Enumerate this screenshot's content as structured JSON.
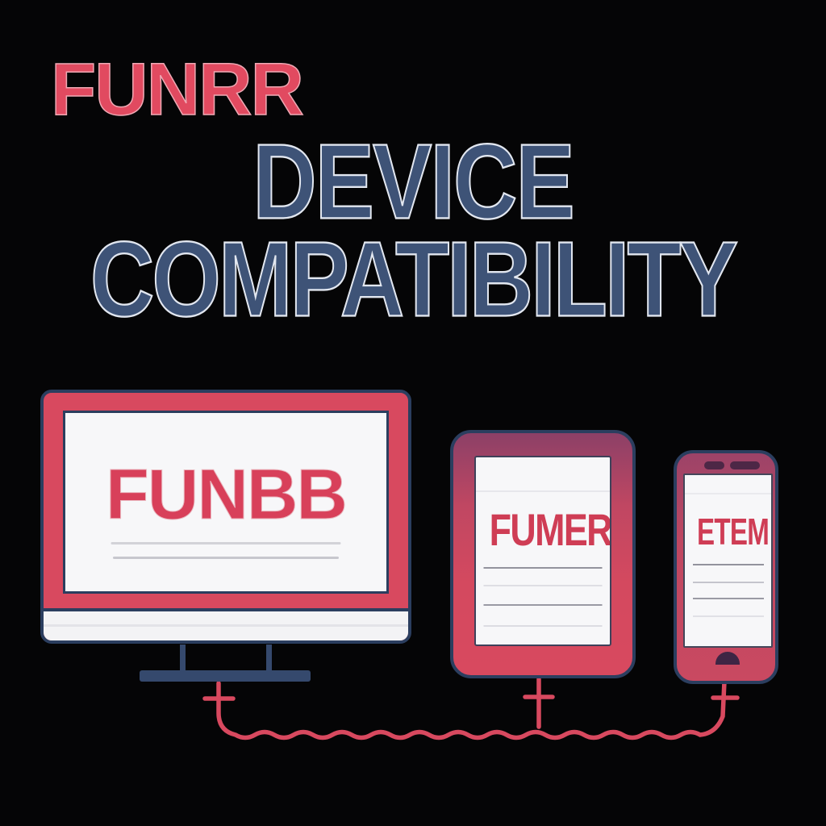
{
  "brand": {
    "logo": "FUNRR",
    "color": "#e14a60"
  },
  "title": {
    "line1": "DEVICE",
    "line2": "COMPATIBILITY",
    "color": "#3e5377"
  },
  "devices": {
    "desktop": {
      "screen_text": "FUNBB"
    },
    "tablet": {
      "screen_text": "FUMER"
    },
    "phone": {
      "screen_text": "ETEM"
    }
  },
  "colors": {
    "background": "#050506",
    "accent_red": "#d8495f",
    "outline_navy": "#2b3e5f",
    "stand_navy": "#35496d",
    "screen_white": "#f7f7f9",
    "title_blue": "#3e5377"
  }
}
